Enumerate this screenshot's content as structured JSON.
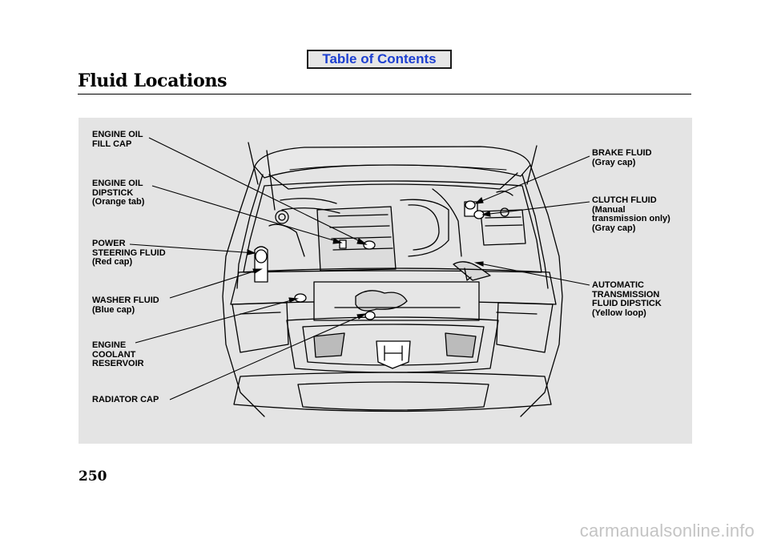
{
  "toc_button": "Table of Contents",
  "page_title": "Fluid Locations",
  "page_number": "250",
  "footer_brand": "carmanualsonline.info",
  "labels": {
    "engine_oil_fill_cap": "ENGINE OIL\nFILL CAP",
    "engine_oil_dipstick": "ENGINE OIL\nDIPSTICK\n(Orange tab)",
    "power_steering_fluid": "POWER\nSTEERING FLUID\n(Red cap)",
    "washer_fluid": "WASHER FLUID\n(Blue cap)",
    "engine_coolant_reservoir": "ENGINE\nCOOLANT\nRESERVOIR",
    "radiator_cap": "RADIATOR CAP",
    "brake_fluid": "BRAKE FLUID\n(Gray cap)",
    "clutch_fluid": "CLUTCH FLUID\n(Manual\ntransmission only)\n(Gray cap)",
    "automatic_transmission_fluid_dipstick": "AUTOMATIC\nTRANSMISSION\nFLUID DIPSTICK\n(Yellow loop)"
  }
}
